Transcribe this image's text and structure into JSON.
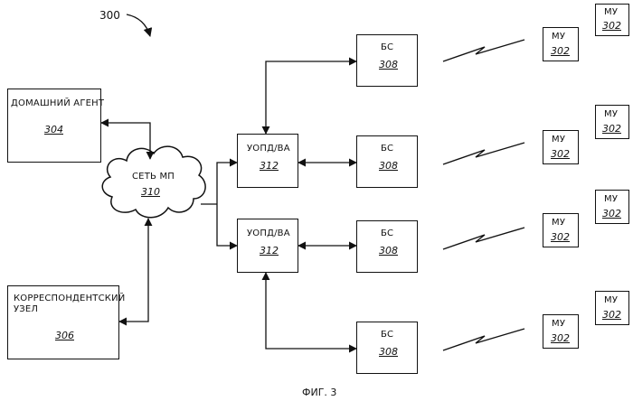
{
  "diagram": {
    "ref_number": "300",
    "caption": "ФИГ. 3",
    "home_agent": {
      "label": "ДОМАШНИЙ АГЕНТ",
      "number": "304"
    },
    "correspondent": {
      "label_line1": "КОРРЕСПОНДЕНТСКИЙ",
      "label_line2": "УЗЕЛ",
      "number": "306"
    },
    "ip_network": {
      "label": "СЕТЬ МП",
      "number": "310"
    },
    "pdsn_fa": [
      {
        "label": "УОПД/ВА",
        "number": "312"
      },
      {
        "label": "УОПД/ВА",
        "number": "312"
      }
    ],
    "base_stations": [
      {
        "label": "БС",
        "number": "308"
      },
      {
        "label": "БС",
        "number": "308"
      },
      {
        "label": "БС",
        "number": "308"
      },
      {
        "label": "БС",
        "number": "308"
      }
    ],
    "mobile_units": [
      {
        "label": "МУ",
        "number": "302"
      },
      {
        "label": "МУ",
        "number": "302"
      },
      {
        "label": "МУ",
        "number": "302"
      },
      {
        "label": "МУ",
        "number": "302"
      },
      {
        "label": "МУ",
        "number": "302"
      },
      {
        "label": "МУ",
        "number": "302"
      },
      {
        "label": "МУ",
        "number": "302"
      },
      {
        "label": "МУ",
        "number": "302"
      }
    ]
  }
}
